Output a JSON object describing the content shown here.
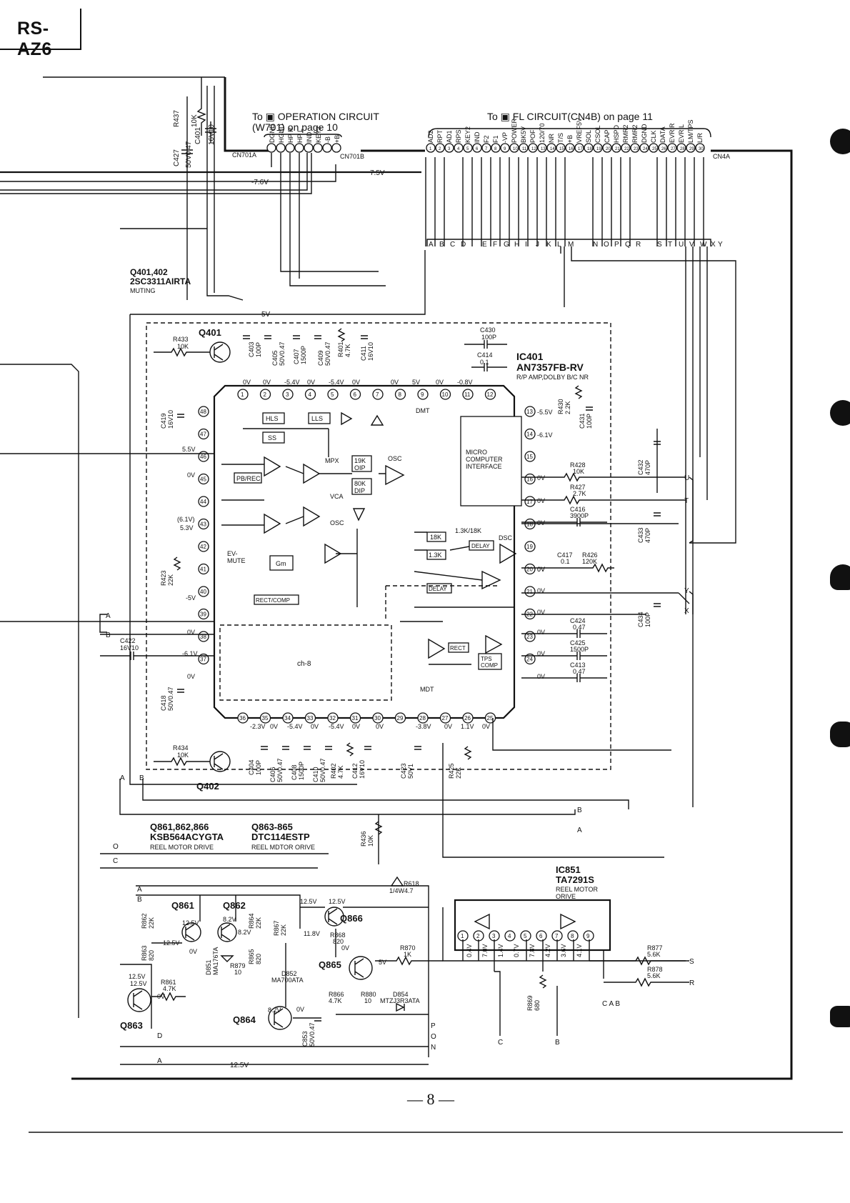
{
  "model": "RS-AZ6",
  "page_number": "— 8 —",
  "connectors": {
    "op_title": "To ▣ OPERATION CIRCUIT",
    "op_subtitle": "(W701) on page 10",
    "fl_title": "To ▣ FL CIRCUIT(CN4B) on page 11",
    "cn701a": "CN701A",
    "cn701b": "CN701B",
    "cn4a": "CN4A",
    "op_pins": [
      "DGND",
      "HGND",
      "HP R",
      "HP L",
      "IND",
      "KEY2",
      "-B",
      "+B"
    ],
    "fl_pins": [
      "AD2",
      "RPT",
      "AD1",
      "RPS",
      "KEY2",
      "IND",
      "F2",
      "F1",
      "-VP",
      "POWER",
      "BK5V",
      "POF",
      "120/70",
      "NR",
      "T/S",
      "+B",
      "VREF5V",
      "SOL",
      "CSOL",
      "CAP",
      "HSPD",
      "RMR2",
      "RMR2",
      "DGND",
      "CLK",
      "DATA",
      "EVR R",
      "EVR L",
      "LM/TPS",
      "L/R"
    ],
    "bus_letters": [
      "A",
      "B",
      "C",
      "D",
      "E",
      "F",
      "G",
      "H",
      "I",
      "J",
      "K",
      "L",
      "M",
      "N",
      "O",
      "P",
      "Q",
      "R",
      "S",
      "T",
      "U",
      "V",
      "W",
      "X",
      "Y"
    ]
  },
  "rails": {
    "v75": "7.5V",
    "vm76": "-7.6V",
    "v5": "5V",
    "v125": "12.5V"
  },
  "muting": {
    "part": "Q401,402",
    "type": "2SC3311AIRTA",
    "role": "MUTING",
    "q401": "Q401",
    "q402": "Q402"
  },
  "ic401": {
    "ref": "IC401",
    "part": "AN7357FB-RV",
    "desc": "R/P AMP,DOLBY B/C NR",
    "blocks": {
      "micro": [
        "MICRO",
        "COMPUTER",
        "INTERFACE"
      ],
      "hls": "HLS",
      "lls": "LLS",
      "ss": "SS",
      "dmt": "DMT",
      "mpx": "MPX",
      "osc": "OSC",
      "r19k": [
        "19K",
        "OIP"
      ],
      "r80k": [
        "80K",
        "DIP"
      ],
      "vca": "VCA",
      "pbrec": "PB/REC",
      "evmute": [
        "EV-",
        "MUTE"
      ],
      "gm": "Gm",
      "rectcomp": "RECT/COMP",
      "dsc": "DSC",
      "delay": "DELAY",
      "rect": "RECT",
      "tpscomp": [
        "TPS",
        "COMP"
      ],
      "mdt": "MDT",
      "r18k": "18K",
      "r13k": "1.3K",
      "r13k18k": "1.3K/18K",
      "ch8": "ch-8"
    },
    "top_volts": [
      "0V",
      "0V",
      "-5.4V",
      "0V",
      "-5.4V",
      "0V",
      "0V",
      "5V",
      "0V",
      "-0.8V"
    ],
    "right_volts": [
      "-5.5V",
      "-6.1V",
      "0V",
      "0V",
      "0V",
      "0V",
      "0V",
      "0V",
      "0V",
      "0V",
      "0V",
      "0V"
    ],
    "left_volts": [
      "5.5V",
      "0V",
      "(6.1V)",
      "5.3V",
      "-5V",
      "0V",
      "-6.1V",
      "0V"
    ],
    "bottom_volts": [
      "-2.3V",
      "0V",
      "-5.4V",
      "0V",
      "-5.4V",
      "0V",
      "0V",
      "-3.8V",
      "0V",
      "1.1V",
      "0V"
    ]
  },
  "components": {
    "r437": [
      "R437",
      "10K"
    ],
    "c401": [
      "C401",
      "16V10"
    ],
    "c427": [
      "C427",
      "50V0.47"
    ],
    "r433": [
      "R433",
      "10K"
    ],
    "r434": [
      "R434",
      "10K"
    ],
    "c403": [
      "C403",
      "100P"
    ],
    "c405": [
      "C405",
      "50V0.47"
    ],
    "c407": [
      "C407",
      "1500P"
    ],
    "c409": [
      "C409",
      "50V0.47"
    ],
    "r401": [
      "R401",
      "4.7K"
    ],
    "c411": [
      "C411",
      "16V10"
    ],
    "c430": [
      "C430",
      "100P"
    ],
    "c414": [
      "C414",
      "0.1"
    ],
    "r430": [
      "R430",
      "2.2K"
    ],
    "c431": [
      "C431",
      "100P"
    ],
    "r428": [
      "R428",
      "10K"
    ],
    "r427": [
      "R427",
      "2.7K"
    ],
    "c416": [
      "C416",
      "3900P"
    ],
    "c417": [
      "C417",
      "0.1"
    ],
    "r426": [
      "R426",
      "120K"
    ],
    "c424": [
      "C424",
      "0.47"
    ],
    "c425": [
      "C425",
      "1500P"
    ],
    "c413": [
      "C413",
      "0.47"
    ],
    "c432": [
      "C432",
      "470P"
    ],
    "c433": [
      "C433",
      "470P"
    ],
    "c434": [
      "C434",
      "100P"
    ],
    "c419": [
      "C419",
      "16V10"
    ],
    "r423": [
      "R423",
      "22K"
    ],
    "c422": [
      "C422",
      "16V10"
    ],
    "c418": [
      "C418",
      "50V0.47"
    ],
    "c404": [
      "C404",
      "100P"
    ],
    "c406": [
      "C406",
      "50V0.47"
    ],
    "c408": [
      "C408",
      "1500P"
    ],
    "c410": [
      "C410",
      "50V0.47"
    ],
    "r402": [
      "R402",
      "4.7K"
    ],
    "c412": [
      "C412",
      "16V10"
    ],
    "c423": [
      "C423",
      "50V1"
    ],
    "r425": [
      "R425",
      "22K"
    ],
    "r436": [
      "R436",
      "10K"
    ]
  },
  "reel": {
    "q861_group": "Q861,862,866",
    "q861_part": "KSB564ACYGTA",
    "q861_role": "REEL MOTOR DRIVE",
    "q863_group": "Q863-865",
    "q863_part": "DTC114ESTP",
    "q863_role": "REEL MDTOR ORIVE",
    "ic851": "IC851",
    "ic851_part": "TA7291S",
    "ic851_desc": [
      "REEL MOTOR",
      "ORIVE"
    ],
    "q861": "Q861",
    "q862": "Q862",
    "q863": "Q863",
    "q864": "Q864",
    "q865": "Q865",
    "q866": "Q866",
    "r618": [
      "R618",
      "1/4W4.7"
    ],
    "r862": [
      "R862",
      "22K"
    ],
    "r863": [
      "R863",
      "820"
    ],
    "r864": [
      "R864",
      "22K"
    ],
    "r865": [
      "R865",
      "820"
    ],
    "r867": [
      "R867",
      "22K"
    ],
    "r868": [
      "R868",
      "820"
    ],
    "r861": [
      "R861",
      "4.7K"
    ],
    "r879": [
      "R879",
      "10"
    ],
    "r866": [
      "R866",
      "4.7K"
    ],
    "r880": [
      "R880",
      "10"
    ],
    "r870": [
      "R870",
      "1K"
    ],
    "r877": [
      "R877",
      "5.6K"
    ],
    "r878": [
      "R878",
      "5.6K"
    ],
    "r869": [
      "R869",
      "680"
    ],
    "d851": [
      "D851",
      "MA176TA"
    ],
    "d852": [
      "D852",
      "MA700ATA"
    ],
    "d854": [
      "D854",
      "MTZJ3R3ATA"
    ],
    "c853": [
      "C853",
      "50V0.47"
    ],
    "volts": [
      "12.5V",
      "12.5V",
      "12.5V",
      "0V",
      "8.2V",
      "8.2V",
      "12.5V",
      "12.5V",
      "11.8V",
      "0V",
      "5V",
      "12.5V",
      "0V",
      "8.2V",
      "0V"
    ],
    "ic_volts": [
      "0.4V",
      "7.0V",
      "1.4V",
      "0.7V",
      "7.8V",
      "4.2V",
      "3.6V",
      "4.1V"
    ]
  }
}
